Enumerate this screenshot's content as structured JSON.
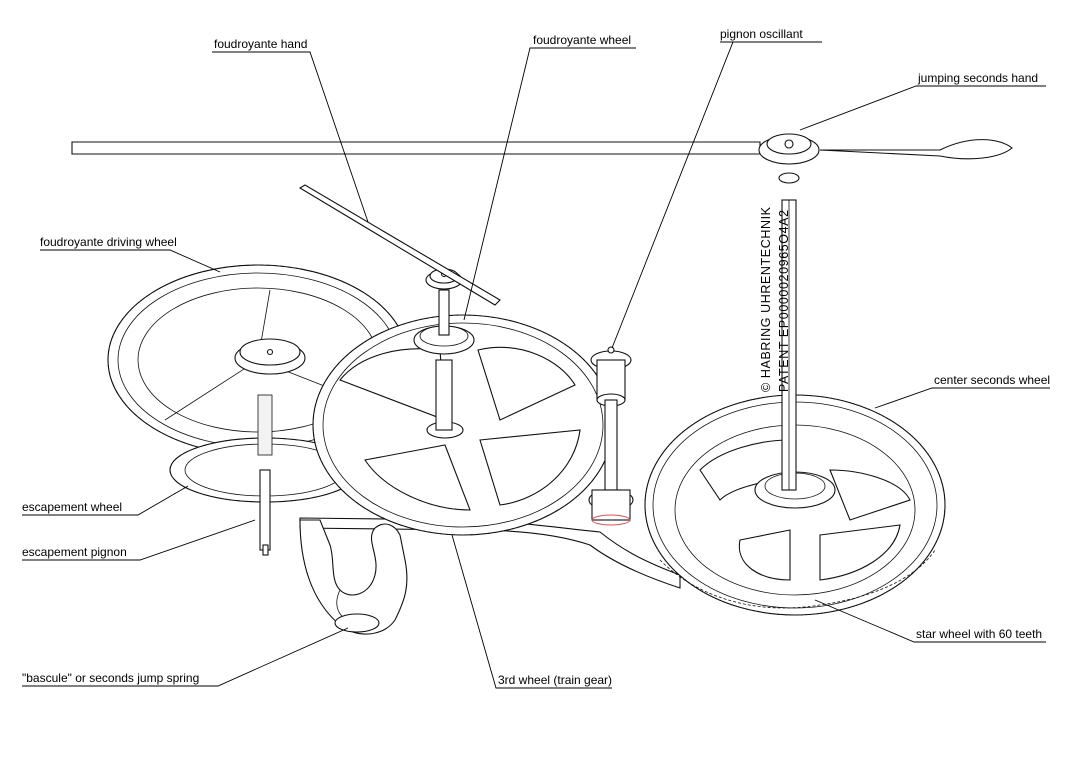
{
  "labels": {
    "foudroyante_hand": "foudroyante hand",
    "foudroyante_wheel": "foudroyante wheel",
    "pignon_oscillant": "pignon oscillant",
    "jumping_seconds_hand": "jumping seconds hand",
    "foudroyante_driving_wheel": "foudroyante driving wheel",
    "center_seconds_wheel": "center seconds wheel",
    "escapement_wheel": "escapement wheel",
    "escapement_pignon": "escapement pignon",
    "star_wheel": "star wheel with 60 teeth",
    "bascule": "\"bascule\" or seconds jump spring",
    "third_wheel": "3rd wheel (train gear)"
  },
  "copyright": {
    "line1": "© HABRING UHRENTECHNIK",
    "line2": "PATENT EP0000020965O4A2"
  },
  "colors": {
    "line": "#000000",
    "background": "#ffffff",
    "highlight": "#e05050"
  }
}
